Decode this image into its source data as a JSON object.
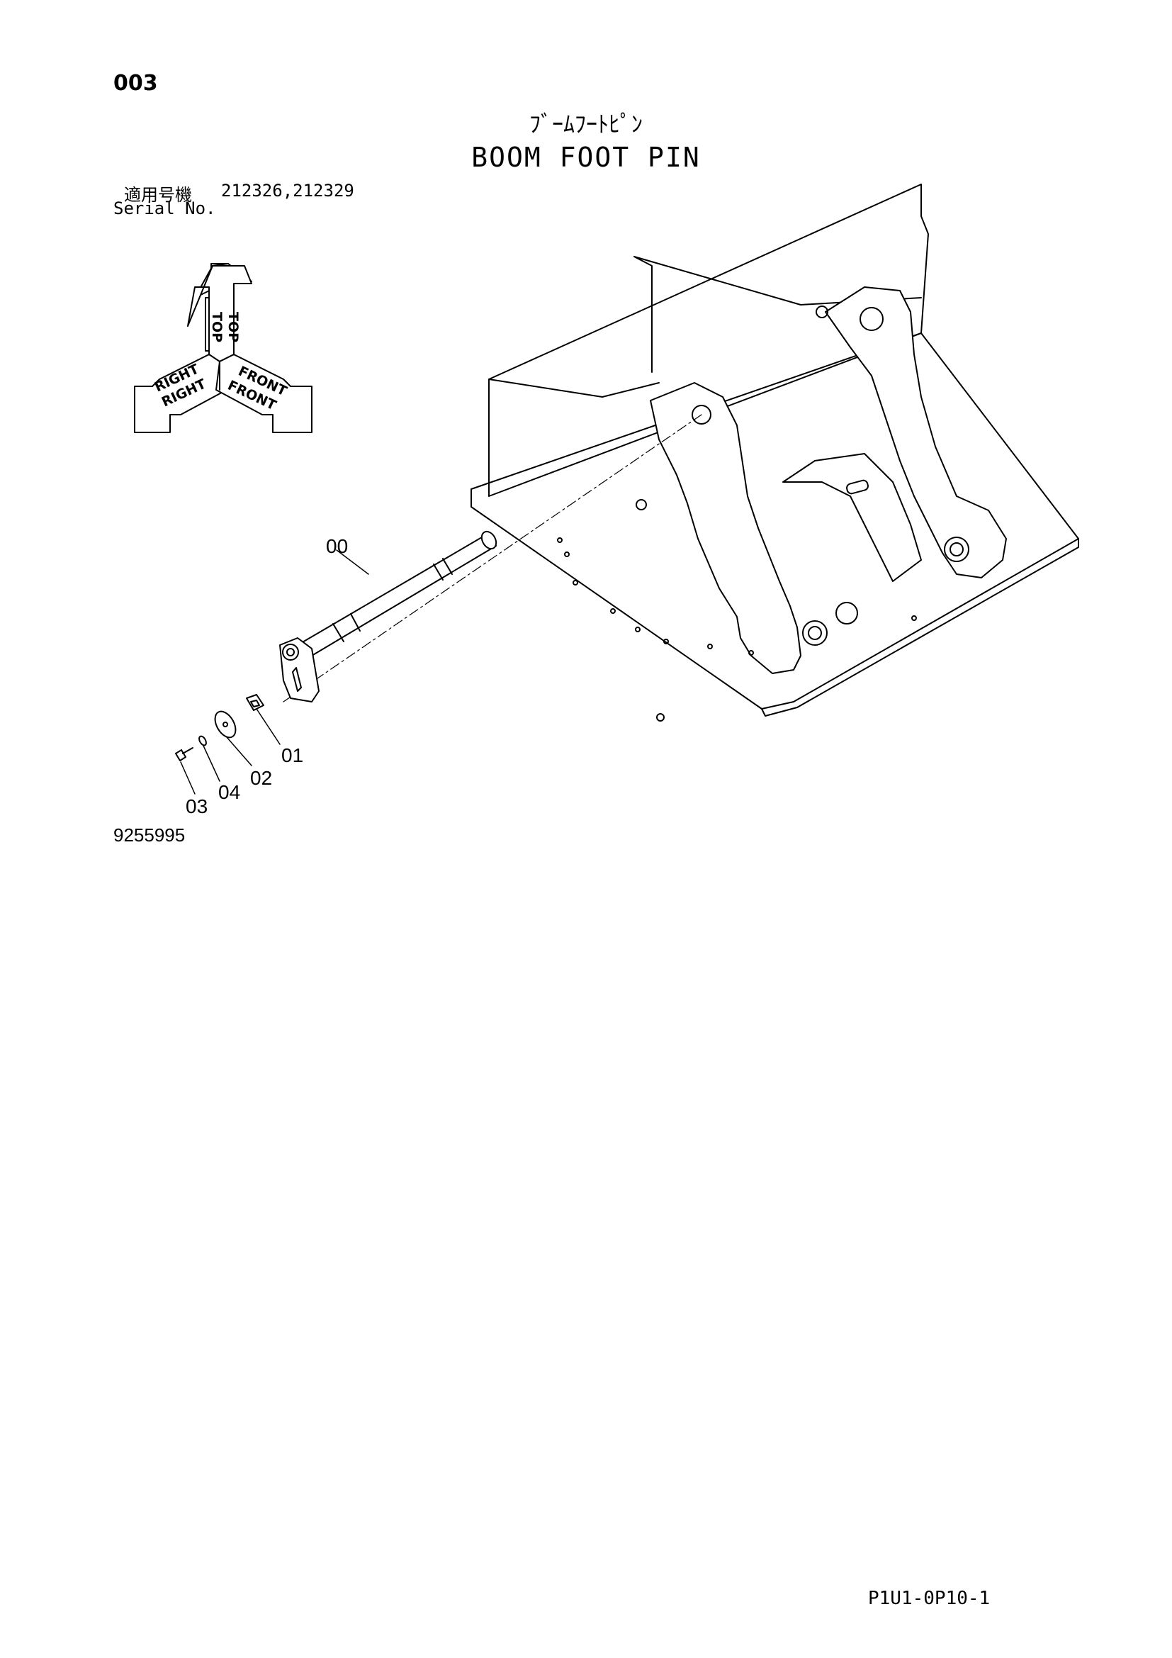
{
  "header": {
    "page_number": "003",
    "title_jp": "ﾌﾞｰﾑﾌｰﾄﾋﾟﾝ",
    "title_en": "BOOM FOOT PIN"
  },
  "serial": {
    "label_jp": "適用号機",
    "label_en": "Serial No.",
    "values": "212326,212329"
  },
  "orientation": {
    "top": "TOP",
    "right": "RIGHT",
    "front": "FRONT"
  },
  "callouts": {
    "c00": "00",
    "c01": "01",
    "c02": "02",
    "c03": "03",
    "c04": "04"
  },
  "footer": {
    "drawing_number": "9255995",
    "page_code": "P1U1-0P10-1"
  }
}
